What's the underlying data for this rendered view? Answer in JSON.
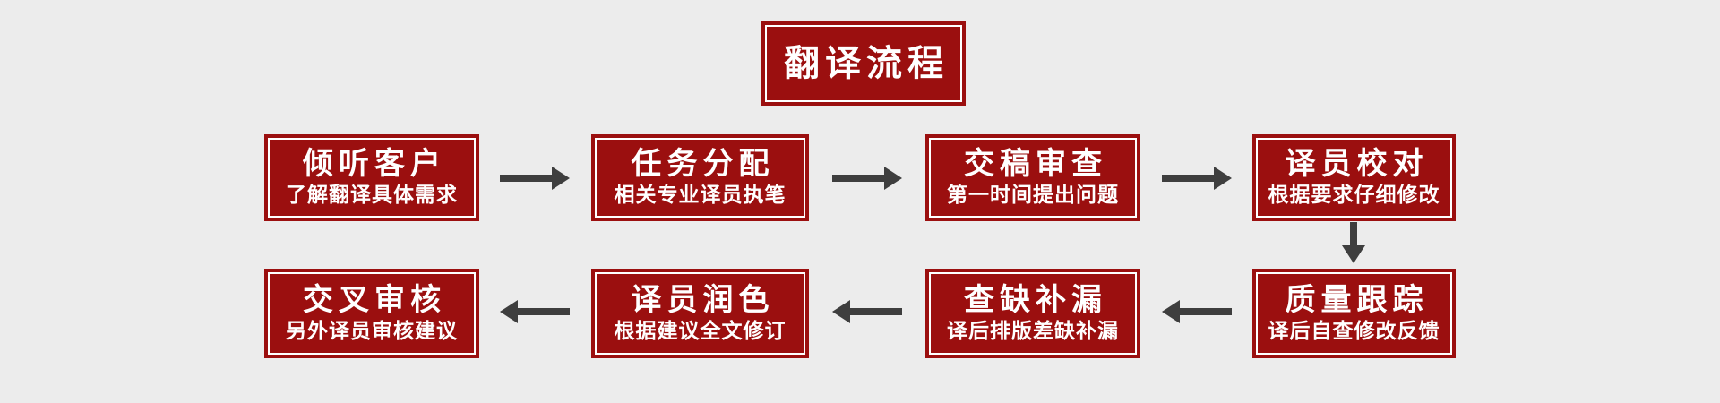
{
  "title": {
    "label": "翻译流程"
  },
  "flow": {
    "row1": [
      {
        "title": "倾听客户",
        "subtitle": "了解翻译具体需求"
      },
      {
        "title": "任务分配",
        "subtitle": "相关专业译员执笔"
      },
      {
        "title": "交稿审查",
        "subtitle": "第一时间提出问题"
      },
      {
        "title": "译员校对",
        "subtitle": "根据要求仔细修改"
      }
    ],
    "row2": [
      {
        "title": "交叉审核",
        "subtitle": "另外译员审核建议"
      },
      {
        "title": "译员润色",
        "subtitle": "根据建议全文修订"
      },
      {
        "title": "查缺补漏",
        "subtitle": "译后排版差缺补漏"
      },
      {
        "title": "质量跟踪",
        "subtitle": "译后自查修改反馈"
      }
    ]
  },
  "colors": {
    "background": "#ececec",
    "box_red": "#9b0f0f",
    "box_border_inner": "#ffffff",
    "arrow": "#3e3e3e",
    "text": "#ffffff"
  }
}
